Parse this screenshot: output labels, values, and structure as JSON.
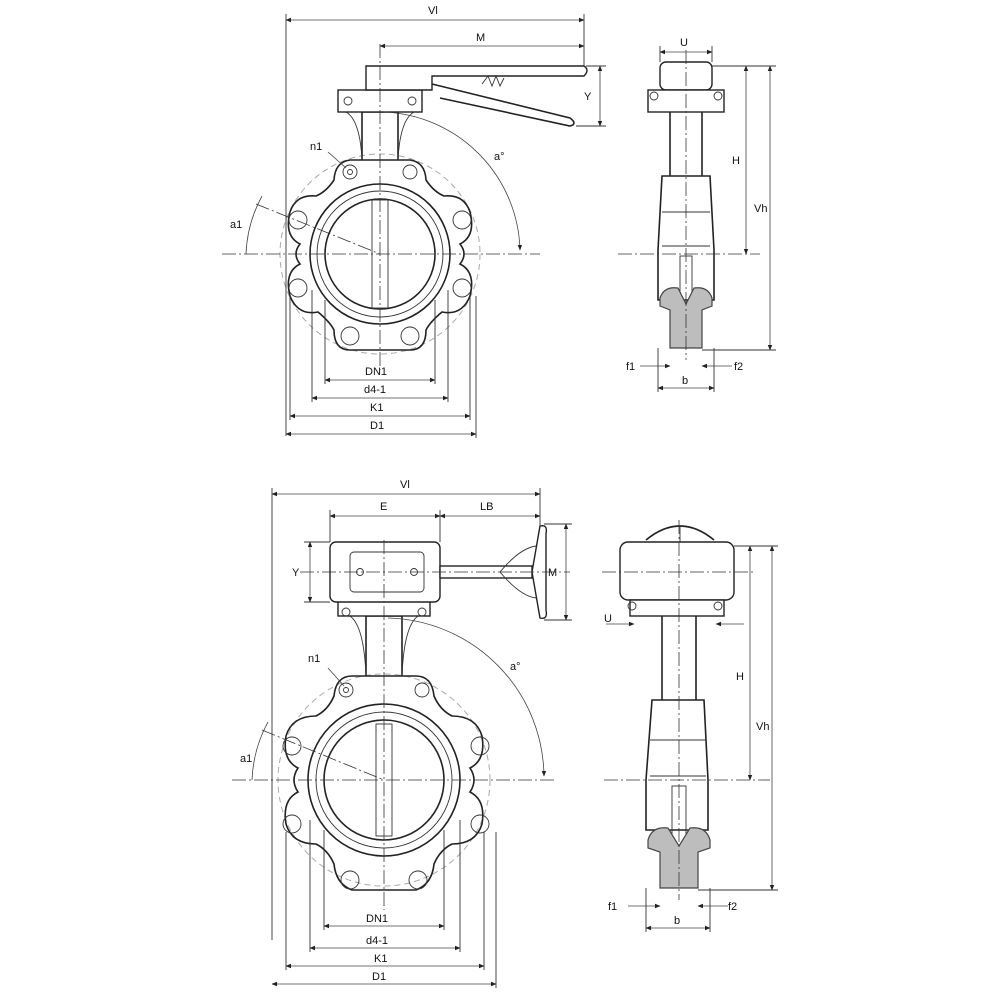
{
  "labels": {
    "VI": "Vl",
    "M": "M",
    "Y": "Y",
    "U": "U",
    "H": "H",
    "Vh": "Vh",
    "n1": "n1",
    "a_deg": "a°",
    "a1": "a1",
    "DN1": "DN1",
    "d4_1": "d4-1",
    "K1": "K1",
    "D1": "D1",
    "f1": "f1",
    "f2": "f2",
    "b": "b",
    "E": "E",
    "LB": "LB"
  },
  "colors": {
    "line": "#222222",
    "seat": "#bdbdbd",
    "background": "#ffffff"
  }
}
